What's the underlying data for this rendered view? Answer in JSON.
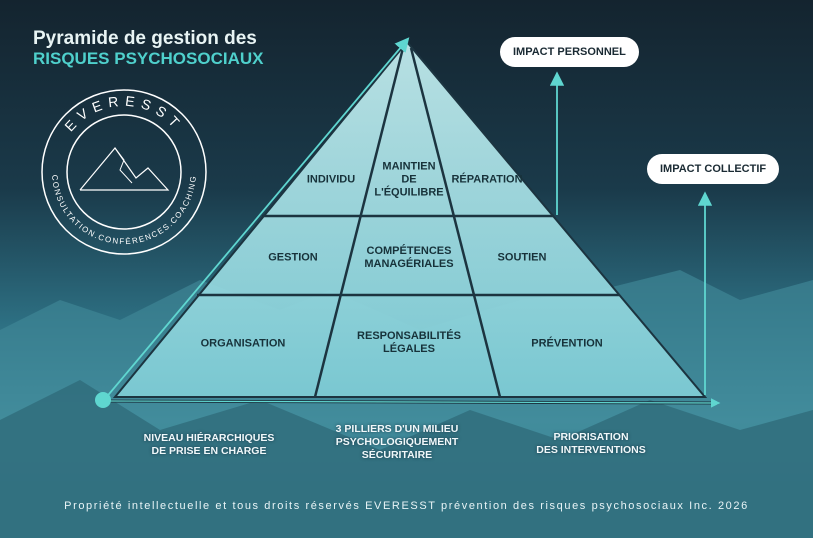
{
  "title": {
    "line1": "Pyramide de gestion des",
    "line2": "RISQUES PSYCHOSOCIAUX"
  },
  "logo": {
    "brand": "EVERESST",
    "tagline": "CONSULTATION.CONFÉRENCES.COACHING"
  },
  "pyramid": {
    "top": [
      "INDIVIDU",
      "MAINTIEN\nDE\nL'ÉQUILIBRE",
      "RÉPARATION"
    ],
    "middle": [
      "GESTION",
      "COMPÉTENCES\nMANAGÉRIALES",
      "SOUTIEN"
    ],
    "bottom": [
      "ORGANISATION",
      "RESPONSABILITÉS\nLÉGALES",
      "PRÉVENTION"
    ]
  },
  "badges": {
    "personal": "IMPACT PERSONNEL",
    "collective": "IMPACT COLLECTIF"
  },
  "captions": {
    "left": "NIVEAU HIÉRARCHIQUES\nDE PRISE EN CHARGE",
    "center": "3 PILLIERS D'UN MILIEU\nPSYCHOLOGIQUEMENT\nSÉCURITAIRE",
    "right": "PRIORISATION\nDES INTERVENTIONS"
  },
  "footer": "Propriété intellectuelle et tous droits réservés EVERESST prévention des risques psychosociaux Inc. 2026",
  "colors": {
    "accent": "#4fd0cc",
    "pyramid": "#a8e6ea"
  }
}
